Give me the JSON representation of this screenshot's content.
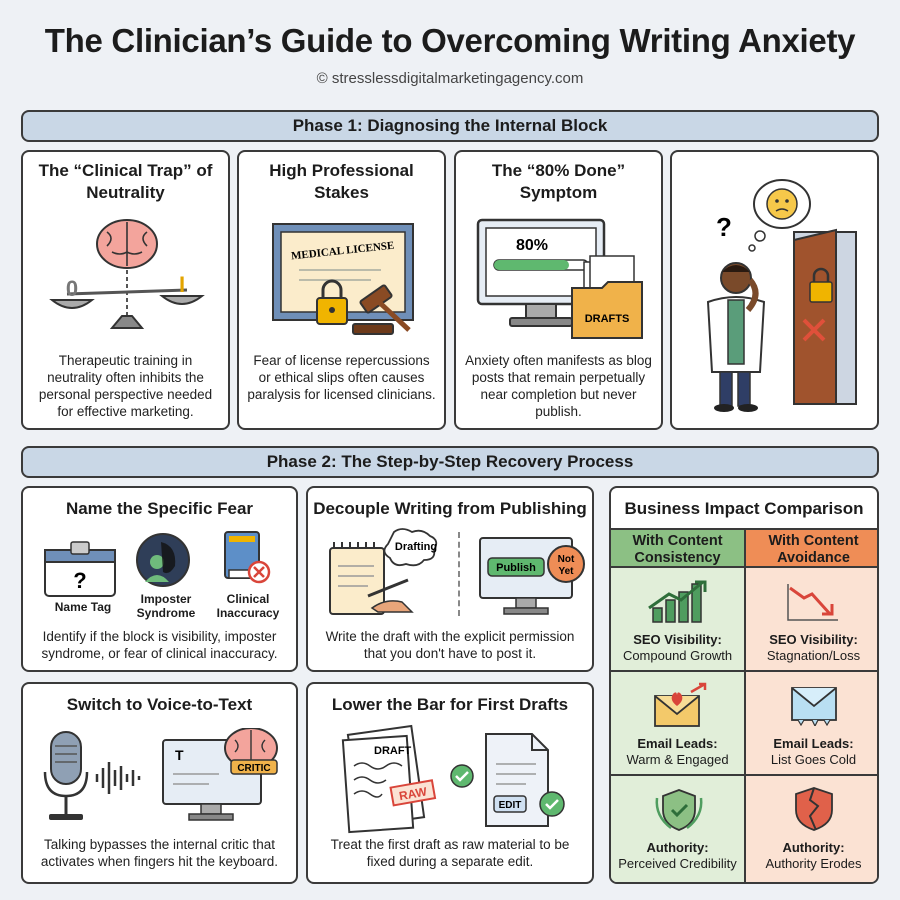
{
  "header": {
    "title": "The Clinician’s Guide to Overcoming Writing Anxiety",
    "subtitle": "© stresslessdigitalmarketingagency.com"
  },
  "phase1": {
    "heading": "Phase 1: Diagnosing the Internal Block",
    "cards": [
      {
        "title": "The “Clinical Trap” of Neutrality",
        "text": "Therapeutic training in neutrality often inhibits the personal perspective needed for effective marketing.",
        "art_labels": [
          "0",
          "I"
        ]
      },
      {
        "title": "High Professional Stakes",
        "text": "Fear of license repercussions or ethical slips often causes paralysis for licensed clinicians.",
        "art_labels": [
          "MEDICAL LICENSE"
        ]
      },
      {
        "title": "The “80% Done” Symptom",
        "text": "Anxiety often manifests as blog posts that remain perpetually near completion but never publish.",
        "art_labels": [
          "80%",
          "DRAFTS"
        ]
      }
    ],
    "illustration_icons": [
      "question-mark-icon",
      "worried-face-icon",
      "locked-door-icon",
      "x-mark-icon"
    ]
  },
  "phase2": {
    "heading": "Phase 2: The Step-by-Step Recovery Process",
    "steps": [
      {
        "title": "Name the Specific Fear",
        "text": "Identify if the block is visibility, imposter syndrome, or fear of clinical inaccuracy.",
        "icons": [
          "Name Tag",
          "Imposter Syndrome",
          "Clinical Inaccuracy"
        ]
      },
      {
        "title": "Decouple Writing from Publishing",
        "text": "Write the draft with the explicit permission that you don't have to post it.",
        "art_labels": [
          "Drafting",
          "Publish",
          "Not Yet"
        ]
      },
      {
        "title": "Switch to Voice-to-Text",
        "text": "Talking bypasses the internal critic that activates when fingers hit the keyboard.",
        "art_labels": [
          "T",
          "CRITIC"
        ]
      },
      {
        "title": "Lower the Bar for First Drafts",
        "text": "Treat the first draft as raw material to be fixed during a separate edit.",
        "art_labels": [
          "DRAFT",
          "RAW",
          "EDIT"
        ]
      }
    ]
  },
  "comparison": {
    "title": "Business Impact Comparison",
    "col_good": "With Content Consistency",
    "col_bad": "With Content Avoidance",
    "colors": {
      "good_head": "#8cc084",
      "good_cell": "#e1eed9",
      "bad_head": "#ef8d56",
      "bad_cell": "#fbe2d3"
    },
    "rows": [
      {
        "good_key": "SEO Visibility:",
        "good_val": "Compound Growth",
        "bad_key": "SEO Visibility:",
        "bad_val": "Stagnation/Loss",
        "good_icon": "rising-bar-chart-icon",
        "bad_icon": "falling-chart-icon"
      },
      {
        "good_key": "Email Leads:",
        "good_val": "Warm & Engaged",
        "bad_key": "Email Leads:",
        "bad_val": "List Goes Cold",
        "good_icon": "heart-envelope-icon",
        "bad_icon": "frozen-envelope-icon"
      },
      {
        "good_key": "Authority:",
        "good_val": "Perceived Credibility",
        "bad_key": "Authority:",
        "bad_val": "Authority Erodes",
        "good_icon": "laurel-shield-icon",
        "bad_icon": "cracked-shield-icon"
      }
    ]
  }
}
